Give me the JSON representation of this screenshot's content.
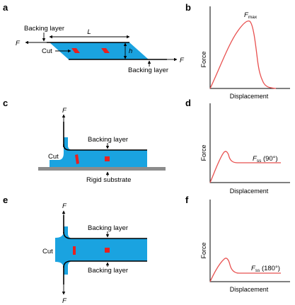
{
  "panels": {
    "a": {
      "letter": "a",
      "force_left": "F",
      "force_right": "F",
      "backing_top": "Backing layer",
      "backing_bottom": "Backing layer",
      "cut": "Cut",
      "length": "L",
      "height": "h"
    },
    "b": {
      "letter": "b",
      "ylabel": "Force",
      "xlabel": "Displacement",
      "peak_symbol": "F",
      "peak_sub": "max"
    },
    "c": {
      "letter": "c",
      "force": "F",
      "backing": "Backing layer",
      "cut": "Cut",
      "substrate": "Rigid substrate"
    },
    "d": {
      "letter": "d",
      "ylabel": "Force",
      "xlabel": "Displacement",
      "plateau_symbol": "F",
      "plateau_sub": "ss",
      "plateau_angle": " (90°)"
    },
    "e": {
      "letter": "e",
      "force_top": "F",
      "force_bottom": "F",
      "backing_top": "Backing layer",
      "backing_bottom": "Backing layer",
      "cut": "Cut"
    },
    "f": {
      "letter": "f",
      "ylabel": "Force",
      "xlabel": "Displacement",
      "plateau_symbol": "F",
      "plateau_sub": "ss",
      "plateau_angle": " (180°)"
    }
  },
  "colors": {
    "material": "#1aa3e0",
    "cut": "#e8201f",
    "curve": "#e8504f",
    "substrate": "#8c8c8c"
  }
}
